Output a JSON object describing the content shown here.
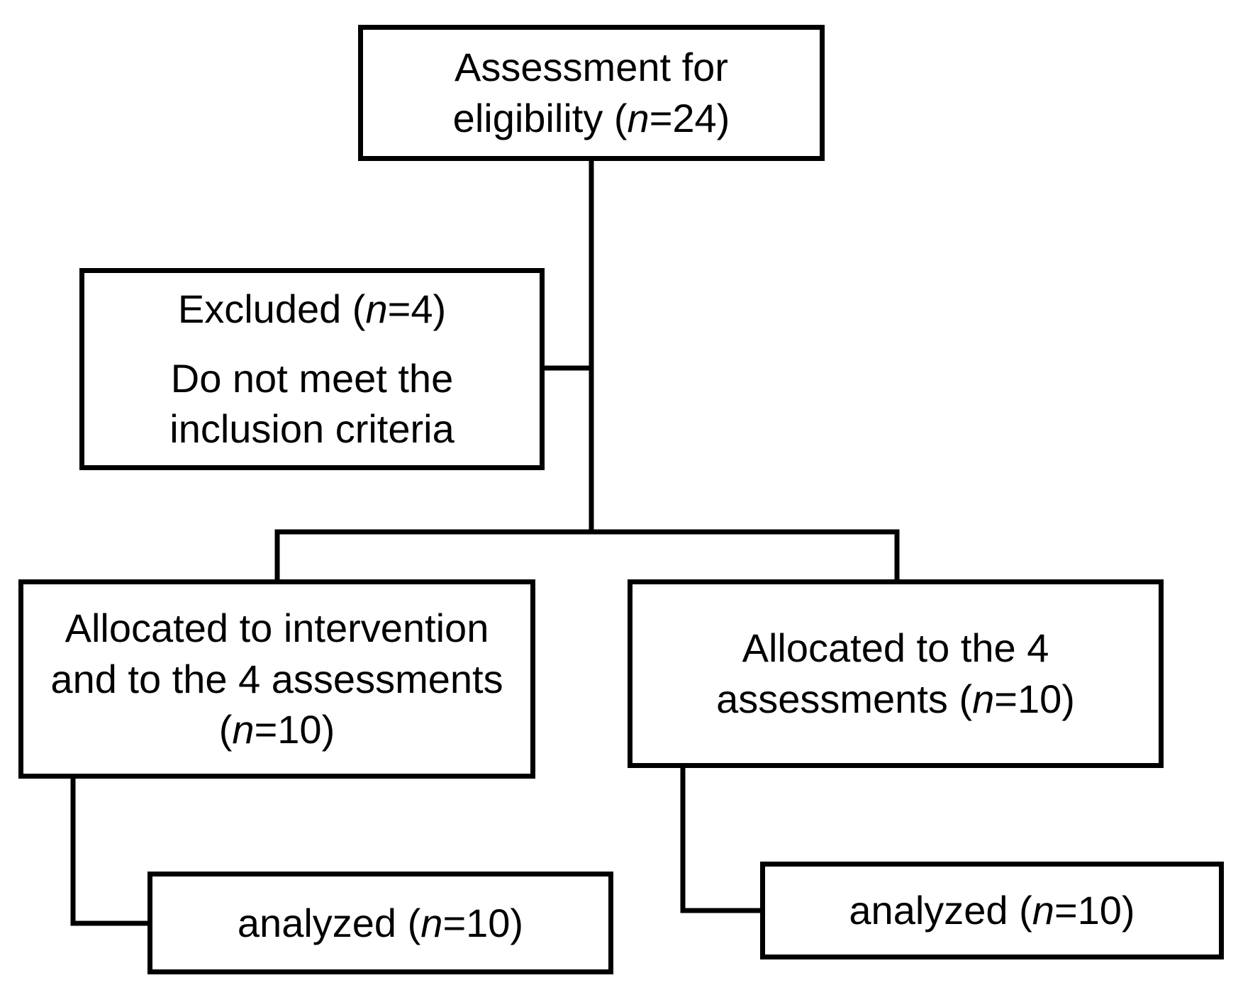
{
  "diagram": {
    "eligibility": {
      "line1": "Assessment for",
      "line2_prefix": "eligibility (",
      "n_symbol": "n",
      "line2_suffix": "=24)"
    },
    "excluded": {
      "line1_prefix": "Excluded (",
      "n_symbol": "n",
      "line1_suffix": "=4)",
      "line2": "Do not meet the",
      "line3": "inclusion criteria"
    },
    "intervention": {
      "line1": "Allocated to intervention",
      "line2": "and to the 4 assessments",
      "line3_prefix": "(",
      "n_symbol": "n",
      "line3_suffix": "=10)"
    },
    "control": {
      "line1": "Allocated to the 4",
      "line2_prefix": "assessments (",
      "n_symbol": "n",
      "line2_suffix": "=10)"
    },
    "analyzed_left": {
      "prefix": "analyzed (",
      "n_symbol": "n",
      "suffix": "=10)"
    },
    "analyzed_right": {
      "prefix": "analyzed (",
      "n_symbol": "n",
      "suffix": "=10)"
    }
  }
}
